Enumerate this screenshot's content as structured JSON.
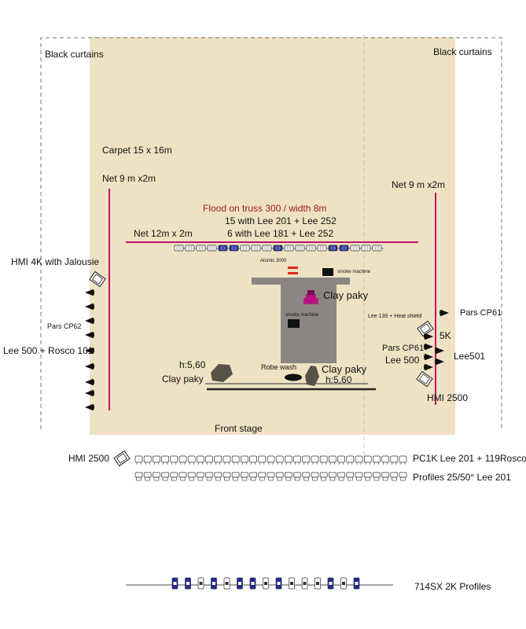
{
  "colors": {
    "carpet": "#efe2c3",
    "net": "#c0136a",
    "platform": "#8b8584",
    "truss_fixture_blue": "#1f2a9a",
    "flood_text": "#9a1c1c",
    "clay_paky_magenta": "#b5117a",
    "atomic_red": "#e3251b"
  },
  "labels": {
    "black_curtains_left": "Black curtains",
    "black_curtains_right": "Black curtains",
    "carpet": "Carpet 15 x 16m",
    "net_left": "Net 9 m x2m",
    "net_right": "Net 9 m x2m",
    "flood_title": "Flood on truss 300 / width 8m",
    "flood_line1": "15 with Lee 201 + Lee 252",
    "flood_line2": "6 with Lee 181 + Lee 252",
    "net_mid": "Net 12m x 2m",
    "atomic": "Atomic 3000",
    "smoke_top": "smoke machine",
    "clay_paky_center": "Clay paky",
    "smoke_center": "smoke machine",
    "hmi_4k": "HMI 4K with Jalousie",
    "pars_cp62": "Pars CP62",
    "lee500_rosco": "Lee 500 + Rosco 101",
    "h560_left": "h:5,60",
    "clay_paky_left": "Clay paky",
    "robe_wash": "Robe wash",
    "clay_paky_right": "Clay paky",
    "h560_right": "h:5,60",
    "lee139": "Lee 139 + Heat shield",
    "pars_cp61_right": "Pars CP61",
    "five_k": "5K",
    "pars_cp61_mid": "Pars CP61",
    "lee500": "Lee 500",
    "lee501": "Lee501",
    "hmi2500_right": "HMI 2500",
    "front_stage": "Front stage",
    "hmi2500_left": "HMI 2500",
    "pc1k": "PC1K  Lee 201 + 119Rosco",
    "profiles": "Profiles 25/50° Lee 201",
    "profiles_714": "714SX 2K Profiles"
  },
  "truss_fixtures": [
    "w",
    "w",
    "w",
    "w",
    "b",
    "b",
    "w",
    "w",
    "w",
    "b",
    "w",
    "w",
    "w",
    "w",
    "b",
    "b",
    "w",
    "w",
    "w"
  ],
  "bar_fixtures": [
    "b",
    "b",
    "w",
    "b",
    "w",
    "b",
    "b",
    "w",
    "b",
    "w",
    "w",
    "w",
    "b",
    "w",
    "b"
  ]
}
